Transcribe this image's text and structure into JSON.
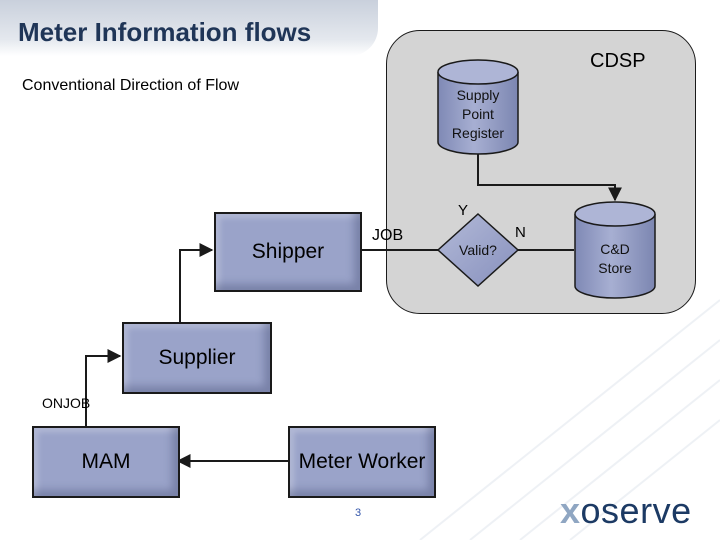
{
  "title": "Meter Information flows",
  "subtitle": "Conventional Direction of Flow",
  "cdsp": {
    "label": "CDSP"
  },
  "nodes": {
    "supply_point_register": [
      "Supply",
      "Point",
      "Register"
    ],
    "shipper": "Shipper",
    "supplier": "Supplier",
    "mam": "MAM",
    "meter_worker": "Meter Worker",
    "valid": "Valid?",
    "cd_store": [
      "C&D",
      "Store"
    ]
  },
  "edge_labels": {
    "job": "JOB",
    "onjob": "ONJOB",
    "yes": "Y",
    "no": "N"
  },
  "footer": {
    "page_number": "3",
    "logo_x": "x",
    "logo_oserve": "oserve"
  },
  "colors": {
    "box_fill": "#9aa3c9",
    "panel_fill": "#d4d4d4",
    "title_color": "#1f3557"
  }
}
